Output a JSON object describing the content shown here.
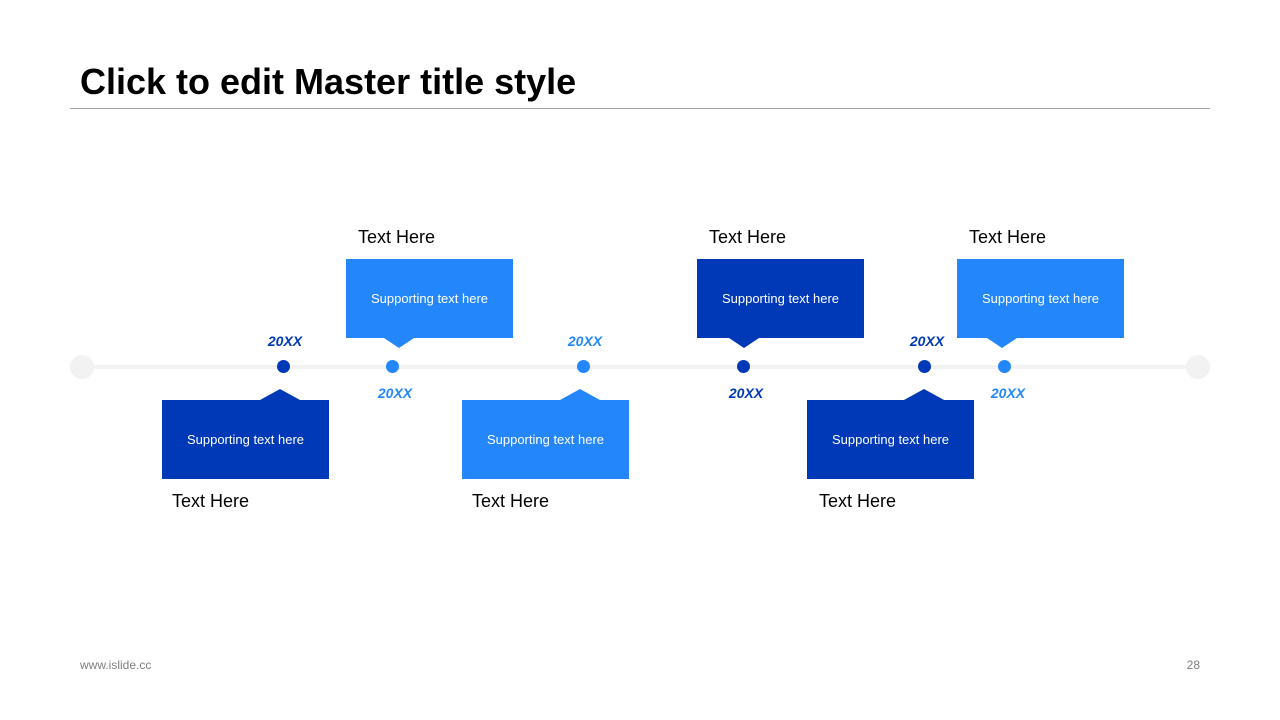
{
  "slide": {
    "title": "Click to edit Master title style",
    "footer_url": "www.islide.cc",
    "page_number": "28"
  },
  "colors": {
    "dark_blue": "#0039b8",
    "light_blue": "#2387fb",
    "track": "#f2f2f2"
  },
  "timeline": {
    "milestones": [
      {
        "year": "20XX",
        "heading": "Text Here",
        "body": "Supporting  text here",
        "position": "below",
        "color": "dark_blue"
      },
      {
        "year": "20XX",
        "heading": "Text Here",
        "body": "Supporting  text here",
        "position": "above",
        "color": "light_blue"
      },
      {
        "year": "20XX",
        "heading": "Text Here",
        "body": "Supporting  text here",
        "position": "below",
        "color": "light_blue"
      },
      {
        "year": "20XX",
        "heading": "Text Here",
        "body": "Supporting  text here",
        "position": "above",
        "color": "dark_blue"
      },
      {
        "year": "20XX",
        "heading": "Text Here",
        "body": "Supporting  text here",
        "position": "below",
        "color": "dark_blue"
      },
      {
        "year": "20XX",
        "heading": "Text Here",
        "body": "Supporting  text here",
        "position": "above",
        "color": "light_blue"
      }
    ]
  }
}
